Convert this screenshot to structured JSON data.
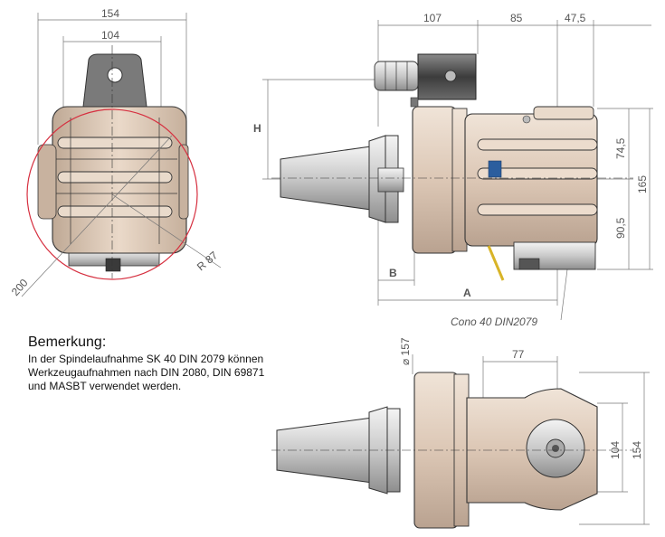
{
  "remark": {
    "title": "Bemerkung:",
    "body": "In der Spindelaufnahme SK 40 DIN 2079 können Werkzeugaufnahmen nach DIN 2080, DIN 69871 und MASBT verwendet werden."
  },
  "front_view": {
    "dim_width_outer": "154",
    "dim_width_inner": "104",
    "dim_diameter": "200",
    "dim_radius": "R 87"
  },
  "side_view": {
    "dim_top_1": "107",
    "dim_top_2": "85",
    "dim_top_3": "47,5",
    "dim_height_label": "H",
    "dim_right_1": "74,5",
    "dim_right_2": "165",
    "dim_right_3": "90,5",
    "dim_b": "B",
    "dim_a": "A",
    "cone_label": "Cono 40 DIN2079"
  },
  "top_view": {
    "dim_diameter": "⌀ 157",
    "dim_top": "77",
    "dim_right_inner": "104",
    "dim_right_outer": "154"
  },
  "colors": {
    "body_fill": "#d9c4b2",
    "body_light": "#ecdccd",
    "body_dark": "#b8a18e",
    "steel": "#cfcfcf",
    "steel_dark": "#9a9a9a",
    "clearance_circle": "#d63040",
    "ink": "#333333"
  }
}
